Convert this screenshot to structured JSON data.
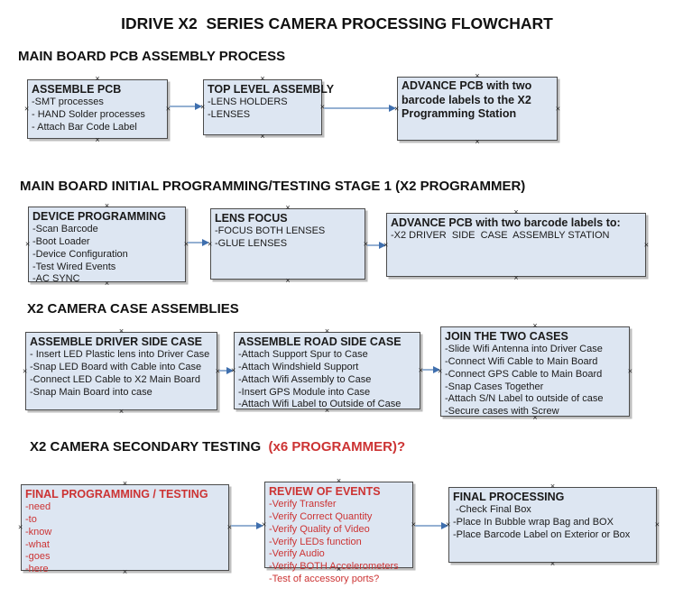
{
  "title": "IDRIVE X2  SERIES CAMERA PROCESSING FLOWCHART",
  "colors": {
    "box_fill": "#dde6f2",
    "box_border": "#4b4b4b",
    "red_text": "#cc3333",
    "arrow_line": "#94b0d2",
    "arrow_head": "#3f6fae",
    "background": "#ffffff"
  },
  "sections": [
    {
      "header": "MAIN BOARD PCB ASSEMBLY PROCESS",
      "boxes": [
        {
          "title": "ASSEMBLE PCB",
          "lines": [
            "-SMT processes",
            "- HAND Solder processes",
            "- Attach Bar Code Label"
          ]
        },
        {
          "title": "TOP LEVEL ASSEMBLY",
          "lines": [
            "-LENS HOLDERS",
            "-LENSES"
          ]
        },
        {
          "title": "ADVANCE PCB with two barcode labels to the  X2 Programming Station",
          "lines": []
        }
      ]
    },
    {
      "header": "MAIN BOARD INITIAL PROGRAMMING/TESTING STAGE 1 (X2 PROGRAMMER)",
      "boxes": [
        {
          "title": "DEVICE PROGRAMMING",
          "lines": [
            "-Scan Barcode",
            "-Boot Loader",
            "-Device Configuration",
            "-Test Wired Events",
            "-AC SYNC"
          ]
        },
        {
          "title": "LENS FOCUS",
          "lines": [
            "-FOCUS BOTH LENSES",
            "-GLUE LENSES"
          ]
        },
        {
          "title": "ADVANCE PCB with two barcode labels to:",
          "lines": [
            "-X2 DRIVER  SIDE  CASE  ASSEMBLY STATION"
          ]
        }
      ]
    },
    {
      "header": "X2 CAMERA CASE ASSEMBLIES",
      "boxes": [
        {
          "title": "ASSEMBLE DRIVER SIDE CASE",
          "lines": [
            "- Insert LED Plastic lens into Driver Case",
            "-Snap LED Board with Cable into Case",
            "-Connect LED Cable to X2 Main Board",
            "-Snap Main Board into case"
          ]
        },
        {
          "title": "ASSEMBLE ROAD SIDE CASE",
          "lines": [
            "-Attach Support Spur to Case",
            "-Attach Windshield Support",
            "-Attach Wifi Assembly to Case",
            "-Insert GPS Module into Case",
            "-Attach Wifi Label to Outside of Case"
          ]
        },
        {
          "title": "JOIN THE TWO CASES",
          "lines": [
            "-Slide Wifi Antenna into Driver Case",
            "-Connect Wifi Cable to Main Board",
            "-Connect GPS Cable to Main Board",
            "-Snap Cases Together",
            "-Attach S/N Label to outside of case",
            "-Secure cases with Screw"
          ]
        }
      ]
    },
    {
      "header": "X2 CAMERA SECONDARY TESTING ",
      "header_red": " (x6 PROGRAMMER)?",
      "boxes": [
        {
          "title": "FINAL PROGRAMMING / TESTING",
          "lines": [
            "-need",
            "-to",
            "-know",
            "-what",
            "-goes",
            "-here"
          ]
        },
        {
          "title": "REVIEW OF EVENTS",
          "lines": [
            "-Verify Transfer",
            "-Verify Correct Quantity",
            "-Verify Quality of Video",
            "-Verify LEDs function",
            "-Verify Audio",
            "-Verify BOTH Accelerometers",
            "-Test of accessory ports?"
          ]
        },
        {
          "title": "FINAL PROCESSING",
          "lines": [
            " -Check Final Box",
            "-Place In Bubble wrap Bag and BOX",
            "-Place Barcode Label on Exterior or Box"
          ]
        }
      ]
    }
  ]
}
